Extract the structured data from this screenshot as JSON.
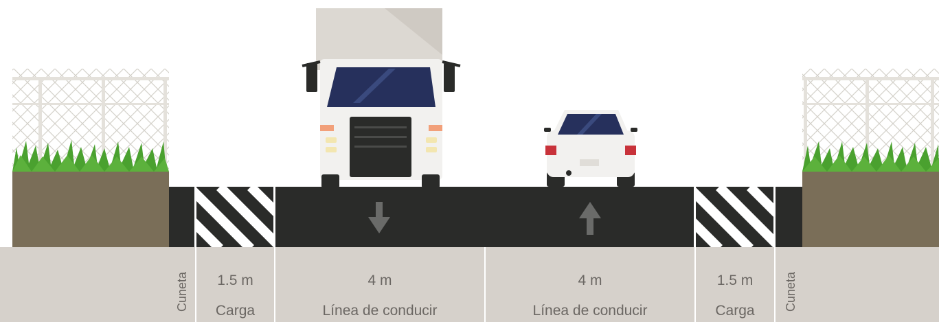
{
  "segments": [
    {
      "name": "cuneta-left",
      "label": "Cuneta"
    },
    {
      "name": "carga-left",
      "width": "1.5 m",
      "label": "Carga"
    },
    {
      "name": "lane-left",
      "width": "4 m",
      "label": "Línea de conducir",
      "direction": "down"
    },
    {
      "name": "lane-right",
      "width": "4 m",
      "label": "Línea de conducir",
      "direction": "up"
    },
    {
      "name": "carga-right",
      "width": "1.5 m",
      "label": "Carga"
    },
    {
      "name": "cuneta-right",
      "label": "Cuneta"
    }
  ],
  "colors": {
    "asphalt": "#2a2b29",
    "soil": "#7a6e58",
    "ground": "#d6d1cb",
    "grass": "#4aa12f",
    "fence": "#d9d6cf",
    "truck_body": "#dcd8d2",
    "vehicle_white": "#f2f1ef",
    "windshield": "#26305c",
    "text": "#6b6763"
  },
  "icons": [
    "truck-icon",
    "car-icon",
    "fence-icon",
    "grass-icon",
    "arrow-down-icon",
    "arrow-up-icon"
  ]
}
